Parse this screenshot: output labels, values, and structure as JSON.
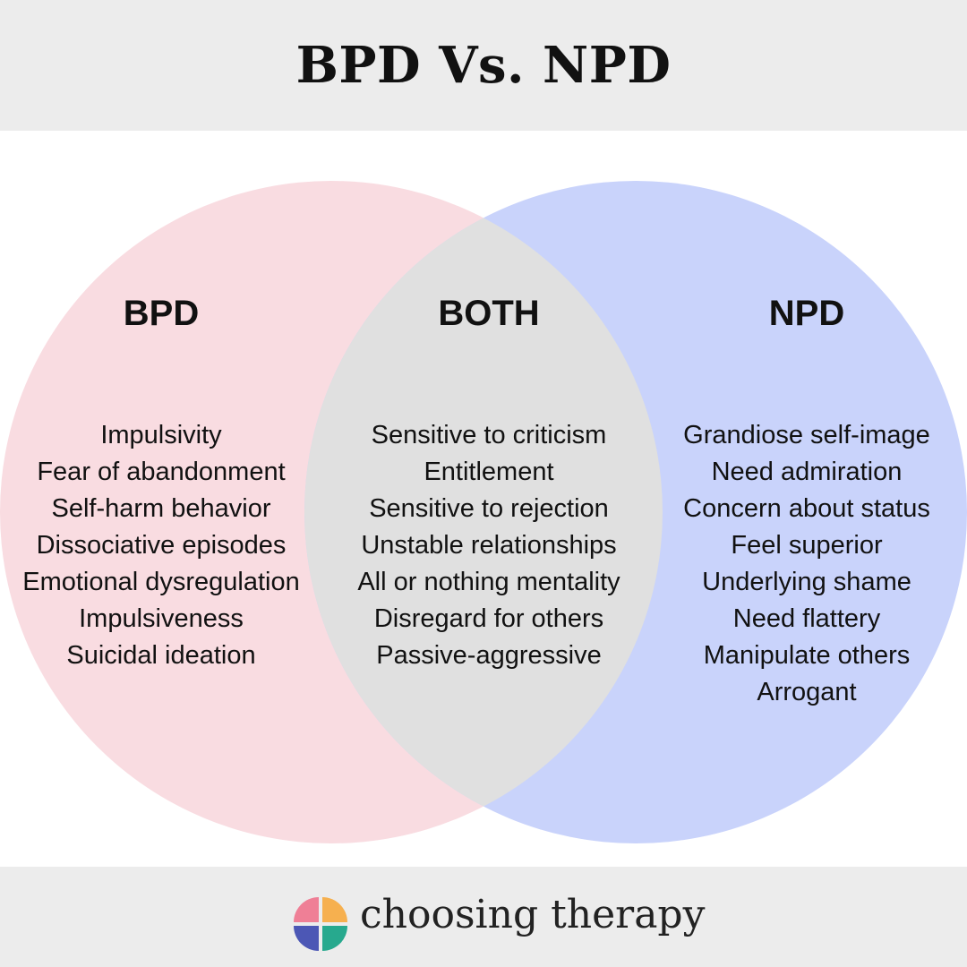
{
  "title": "BPD Vs. NPD",
  "colors": {
    "left_circle": "#f9dce1",
    "right_circle": "#c9d3fb",
    "overlap": "#e0e0e0",
    "band": "#ececec"
  },
  "venn": {
    "left": {
      "heading": "BPD",
      "items": [
        "Impulsivity",
        "Fear of abandonment",
        "Self-harm behavior",
        "Dissociative episodes",
        "Emotional dysregulation",
        "Impulsiveness",
        "Suicidal ideation"
      ]
    },
    "both": {
      "heading": "BOTH",
      "items": [
        "Sensitive to criticism",
        "Entitlement",
        "Sensitive to rejection",
        "Unstable relationships",
        "All or nothing mentality",
        "Disregard for others",
        "Passive-aggressive"
      ]
    },
    "right": {
      "heading": "NPD",
      "items": [
        "Grandiose self-image",
        "Need admiration",
        "Concern about status",
        "Feel superior",
        "Underlying shame",
        "Need flattery",
        "Manipulate others",
        "Arrogant"
      ]
    }
  },
  "footer": {
    "brand": "choosing therapy",
    "logo_icon": "four-petal-logo-icon",
    "logo_colors": [
      "#ef7f96",
      "#f6b04f",
      "#4c57b5",
      "#27a98e"
    ]
  }
}
